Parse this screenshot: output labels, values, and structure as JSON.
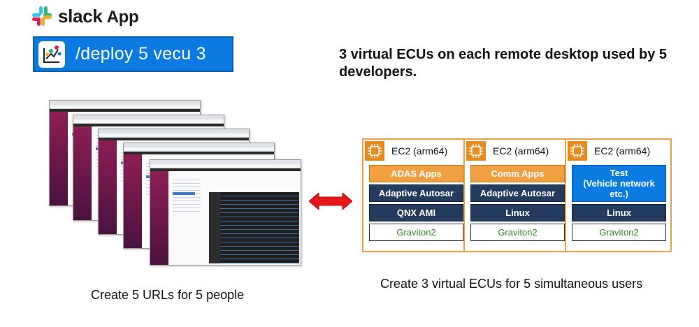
{
  "header": {
    "brand": "slack",
    "app_label": "App",
    "logo_icon": "slack-logo-icon"
  },
  "command": {
    "text": "/deploy 5 vecu 3",
    "icon": "bot-app-icon",
    "color": "#0b7be1"
  },
  "heading": "3 virtual ECUs on each remote desktop used by 5 developers.",
  "left_caption": "Create 5 URLs for 5 people",
  "right_caption": "Create 3 virtual ECUs for 5 simultaneous users",
  "arrow": {
    "icon": "double-arrow-icon",
    "color": "#e8161b"
  },
  "screenshots_count": 5,
  "ec2_instances": [
    {
      "title": "EC2 (arm64)",
      "icon": "chip-icon",
      "layers": [
        {
          "label": "ADAS Apps",
          "style": "orange"
        },
        {
          "label": "Adaptive Autosar",
          "style": "navy"
        },
        {
          "label": "QNX AMI",
          "style": "navy"
        },
        {
          "label": "Graviton2",
          "style": "white"
        }
      ]
    },
    {
      "title": "EC2 (arm64)",
      "icon": "chip-icon",
      "layers": [
        {
          "label": "Comm Apps",
          "style": "orange"
        },
        {
          "label": "Adaptive Autosar",
          "style": "navy"
        },
        {
          "label": "Linux",
          "style": "navy"
        },
        {
          "label": "Graviton2",
          "style": "white"
        }
      ]
    },
    {
      "title": "EC2 (arm64)",
      "icon": "chip-icon",
      "layers": [
        {
          "label": "Test\n(Vehicle network\netc.)",
          "style": "blue"
        },
        {
          "label": "Linux",
          "style": "navy"
        },
        {
          "label": "Graviton2",
          "style": "white"
        }
      ]
    }
  ],
  "colors": {
    "aws_orange": "#f0a040",
    "navy": "#233b5c",
    "graviton_text": "#2e8a1e"
  }
}
